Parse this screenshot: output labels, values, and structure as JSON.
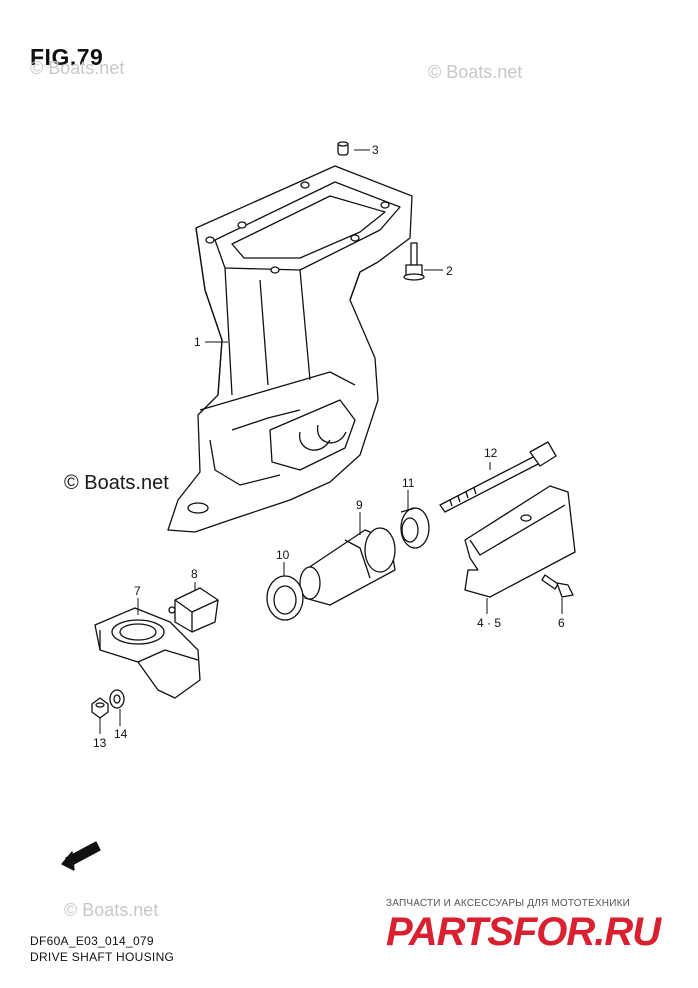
{
  "figure": {
    "title": "FIG.79",
    "model_code": "DF60A_E03_014_079",
    "caption": "DRIVE SHAFT HOUSING"
  },
  "watermarks": {
    "boats_top_left": "© Boats.net",
    "boats_top_right": "© Boats.net",
    "boats_middle": "© Boats.net",
    "boats_bottom": "© Boats.net"
  },
  "shop_logo": {
    "tagline": "ЗАПЧАСТИ И АКСЕССУАРЫ ДЛЯ МОТОТЕХНИКИ",
    "name": "PARTSFOR.RU",
    "color": "#d92030"
  },
  "fwd_badge": {
    "text": "FWD"
  },
  "parts": [
    {
      "ref": "1"
    },
    {
      "ref": "2"
    },
    {
      "ref": "3"
    },
    {
      "ref": "4 · 5"
    },
    {
      "ref": "6"
    },
    {
      "ref": "7"
    },
    {
      "ref": "8"
    },
    {
      "ref": "9"
    },
    {
      "ref": "10"
    },
    {
      "ref": "11"
    },
    {
      "ref": "12"
    },
    {
      "ref": "13"
    },
    {
      "ref": "14"
    }
  ]
}
